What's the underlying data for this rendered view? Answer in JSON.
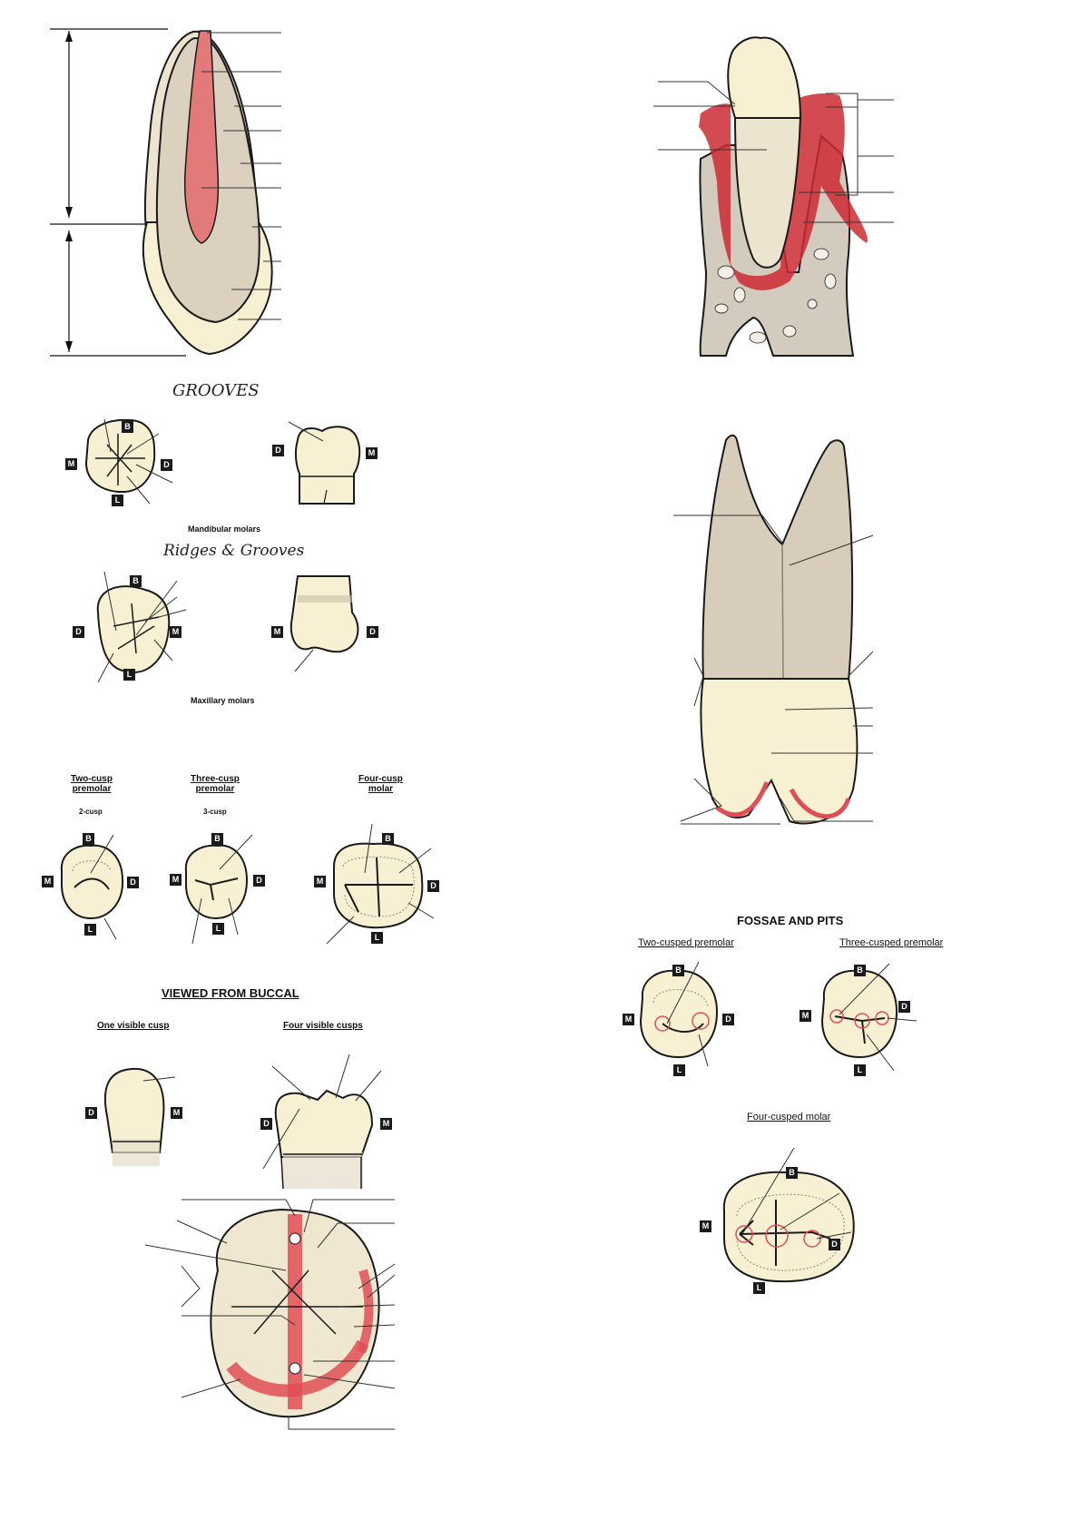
{
  "headings": {
    "grooves": "GROOVES",
    "ridges_grooves": "Ridges & Grooves",
    "mandibular_molars": "Mandibular molars",
    "maxillary_molars": "Maxillary molars",
    "two_cusp_premolar": "Two-cusp\npremolar",
    "three_cusp_premolar": "Three-cusp\npremolar",
    "four_cusp_molar": "Four-cusp\nmolar",
    "two_cusp_sub": "2-cusp",
    "three_cusp_sub": "3-cusp",
    "viewed_from_buccal": "VIEWED FROM BUCCAL",
    "one_visible_cusp": "One visible cusp",
    "four_visible_cusps": "Four visible cusps",
    "fossae_and_pits": "FOSSAE AND PITS",
    "two_cusped_premolar": "Two-cusped premolar",
    "three_cusped_premolar": "Three-cusped premolar",
    "four_cusped_molar": "Four-cusped molar"
  },
  "orientation": {
    "buccal": "B",
    "lingual": "L",
    "mesial": "M",
    "distal": "D"
  },
  "colors": {
    "enamel": "#f7f0d2",
    "dentin": "#dcd0bf",
    "pulp": "#e27a7a",
    "root": "#ddd3c4",
    "bone": "#d3cbbd",
    "gingiva": "#cc2a33",
    "line": "#1a1a1a",
    "leader": "#333333"
  }
}
